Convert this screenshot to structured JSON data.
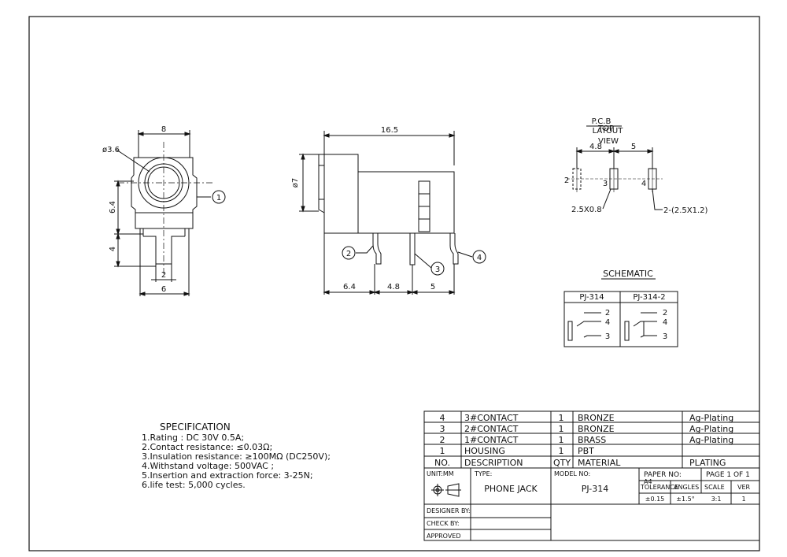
{
  "front_view": {
    "width": "8",
    "hole": "ø3.6",
    "height": "6.4",
    "pin_length": "4",
    "pin_width": "2",
    "body_width": "6",
    "callout": "1"
  },
  "side_view": {
    "length": "16.5",
    "diameter": "ø7",
    "dim_a": "6.4",
    "dim_b": "4.8",
    "dim_c": "5",
    "callout_2": "2",
    "callout_3": "3",
    "callout_4": "4"
  },
  "pcb_layout": {
    "title_1": "P.C.B",
    "title_2": "LAYOUT",
    "title_3": "TOP",
    "title_4": "VIEW",
    "dim_a": "4.8",
    "dim_b": "5",
    "pin_2": "2",
    "pin_3": "3",
    "pin_4": "4",
    "note_pad": "2.5X0.8",
    "note_pad2": "2-(2.5X1.2)"
  },
  "schematic": {
    "title": "SCHEMATIC",
    "col_1": "PJ-314",
    "col_2": "PJ-314-2",
    "p2": "2",
    "p4": "4",
    "p3": "3"
  },
  "specification": {
    "title": "SPECIFICATION",
    "lines": [
      "1.Rating : DC 30V 0.5A;",
      "2.Contact resistance: ≤0.03Ω;",
      "3.Insulation resistance: ≥100MΩ (DC250V);",
      "4.Withstand voltage: 500VAC ;",
      "5.Insertion and extraction force: 3-25N;",
      "6.life test: 5,000 cycles."
    ]
  },
  "bom": {
    "rows": [
      {
        "no": "4",
        "description": "3#CONTACT",
        "qty": "1",
        "material": "BRONZE",
        "plating": "Ag-Plating"
      },
      {
        "no": "3",
        "description": "2#CONTACT",
        "qty": "1",
        "material": "BRONZE",
        "plating": "Ag-Plating"
      },
      {
        "no": "2",
        "description": "1#CONTACT",
        "qty": "1",
        "material": "BRASS",
        "plating": "Ag-Plating"
      },
      {
        "no": "1",
        "description": "HOUSING",
        "qty": "1",
        "material": "PBT",
        "plating": ""
      }
    ],
    "header": {
      "no": "NO.",
      "description": "DESCRIPTION",
      "qty": "QTY",
      "material": "MATERIAL",
      "plating": "PLATING"
    }
  },
  "title_block": {
    "unit": "UNIT:MM",
    "type_label": "TYPE:",
    "type_value": "PHONE JACK",
    "model_label": "MODEL NO:",
    "model_value": "PJ-314",
    "paper_label": "PAPER NO:",
    "paper_value": "A4",
    "page_label": "PAGE 1 OF 1",
    "tolerance_label": "TOLERANCE",
    "angles_label": "ANGLES",
    "scale_label": "SCALE",
    "ver_label": "VER",
    "tolerance_value": "±0.15",
    "angles_value": "±1.5°",
    "scale_value": "3:1",
    "ver_value": "1",
    "designer_label": "DESIGNER BY:",
    "check_label": "CHECK BY:",
    "approved_label": "APPROVED"
  }
}
